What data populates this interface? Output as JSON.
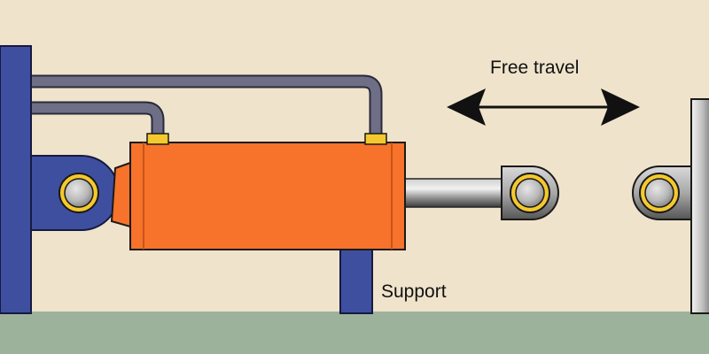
{
  "labels": {
    "free_travel": "Free travel",
    "support": "Support"
  },
  "colors": {
    "background": "#efe3cb",
    "ground": "#9db29a",
    "frame_blue": "#3f4fa0",
    "cylinder_orange": "#f7722a",
    "hose_gray": "#6e6f86",
    "port_yellow": "#f5c92d",
    "rod_metal": "#8c8c8c",
    "eye_gray": "#a3a3a3",
    "arrow_black": "#111111"
  },
  "icons": {
    "travel_arrow": "double-headed-arrow"
  }
}
